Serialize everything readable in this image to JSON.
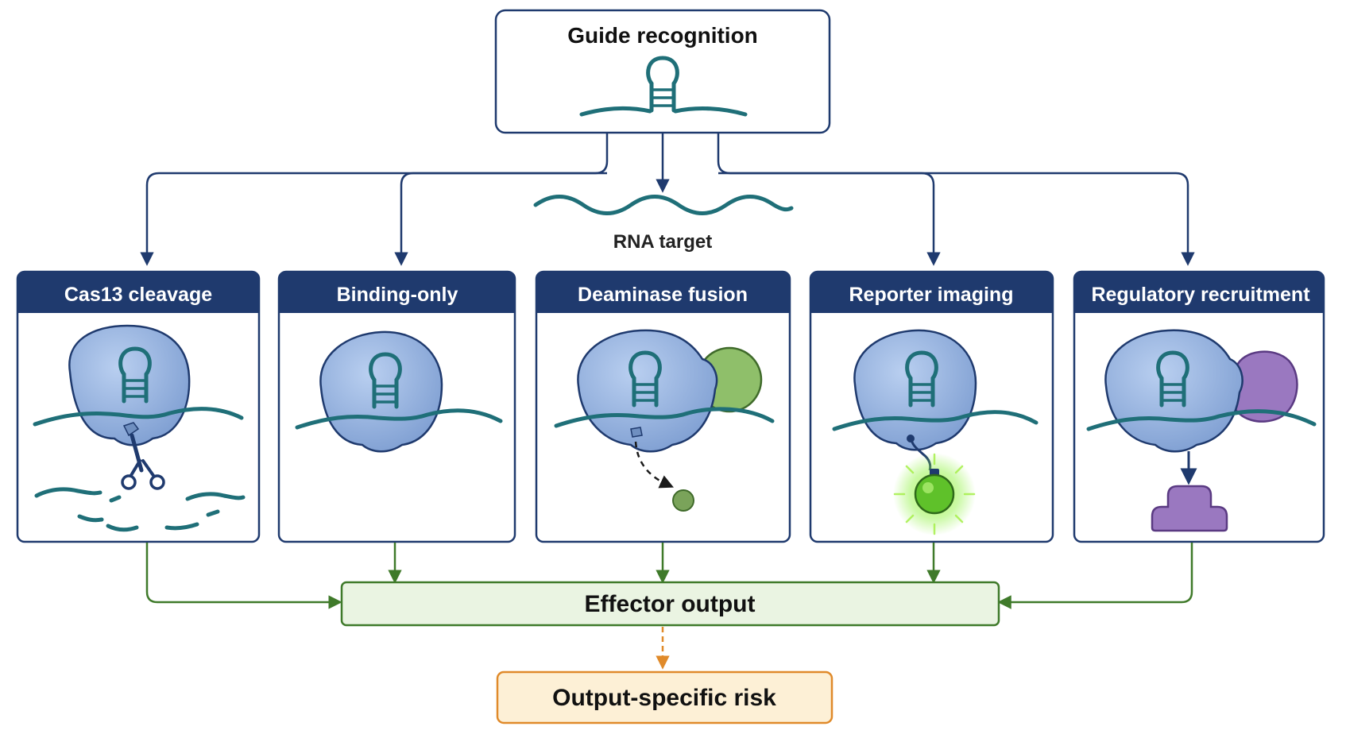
{
  "guide": {
    "title": "Guide recognition"
  },
  "target": {
    "label": "RNA target"
  },
  "effectors": [
    {
      "title": "Cas13 cleavage"
    },
    {
      "title": "Binding-only"
    },
    {
      "title": "Deaminase fusion"
    },
    {
      "title": "Reporter imaging"
    },
    {
      "title": "Regulatory recruitment"
    }
  ],
  "output": {
    "label": "Effector output"
  },
  "risk": {
    "label": "Output-specific risk"
  },
  "colors": {
    "navy": "#1f3a6e",
    "teal": "#1f6f78",
    "protein_fill": "#8fb0dc",
    "green": "#3f7a2a",
    "green_fill": "#eaf4e2",
    "orange": "#e08a2a",
    "risk_fill": "#fdf0d6",
    "purple": "#9a78c0",
    "olive": "#7aa35a",
    "glow": "#7be02a"
  }
}
